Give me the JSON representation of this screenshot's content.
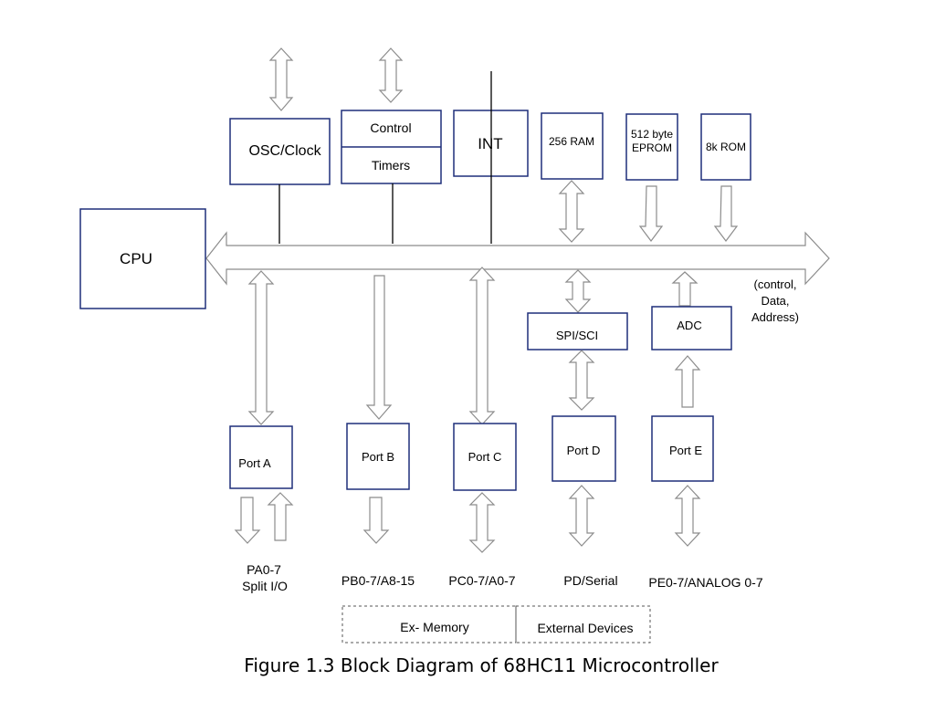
{
  "blocks": {
    "osc_clock": "OSC/Clock",
    "control": "Control",
    "timers": "Timers",
    "int": "INT",
    "ram": "256 RAM",
    "eprom_line1": "512 byte",
    "eprom_line2": "EPROM",
    "rom": "8k ROM",
    "cpu": "CPU",
    "spi_sci": "SPI/SCI",
    "adc": "ADC",
    "port_a": "Port A",
    "port_b": "Port B",
    "port_c": "Port C",
    "port_d": "Port D",
    "port_e": "Port E"
  },
  "bus_label": {
    "line1": "(control,",
    "line2": "Data,",
    "line3": "Address)"
  },
  "pin_labels": {
    "port_a_line1": "PA0-7",
    "port_a_line2": "Split I/O",
    "port_b": "PB0-7/A8-15",
    "port_c": "PC0-7/A0-7",
    "port_d": "PD/Serial",
    "port_e": "PE0-7/ANALOG 0-7"
  },
  "legend": {
    "ex_memory": "Ex- Memory",
    "external_devices": "External Devices"
  },
  "caption": "Figure 1.3 Block Diagram of 68HC11 Microcontroller",
  "colors": {
    "block_border": "#1f2f7a",
    "arrow_outline": "#8c8c8c"
  }
}
